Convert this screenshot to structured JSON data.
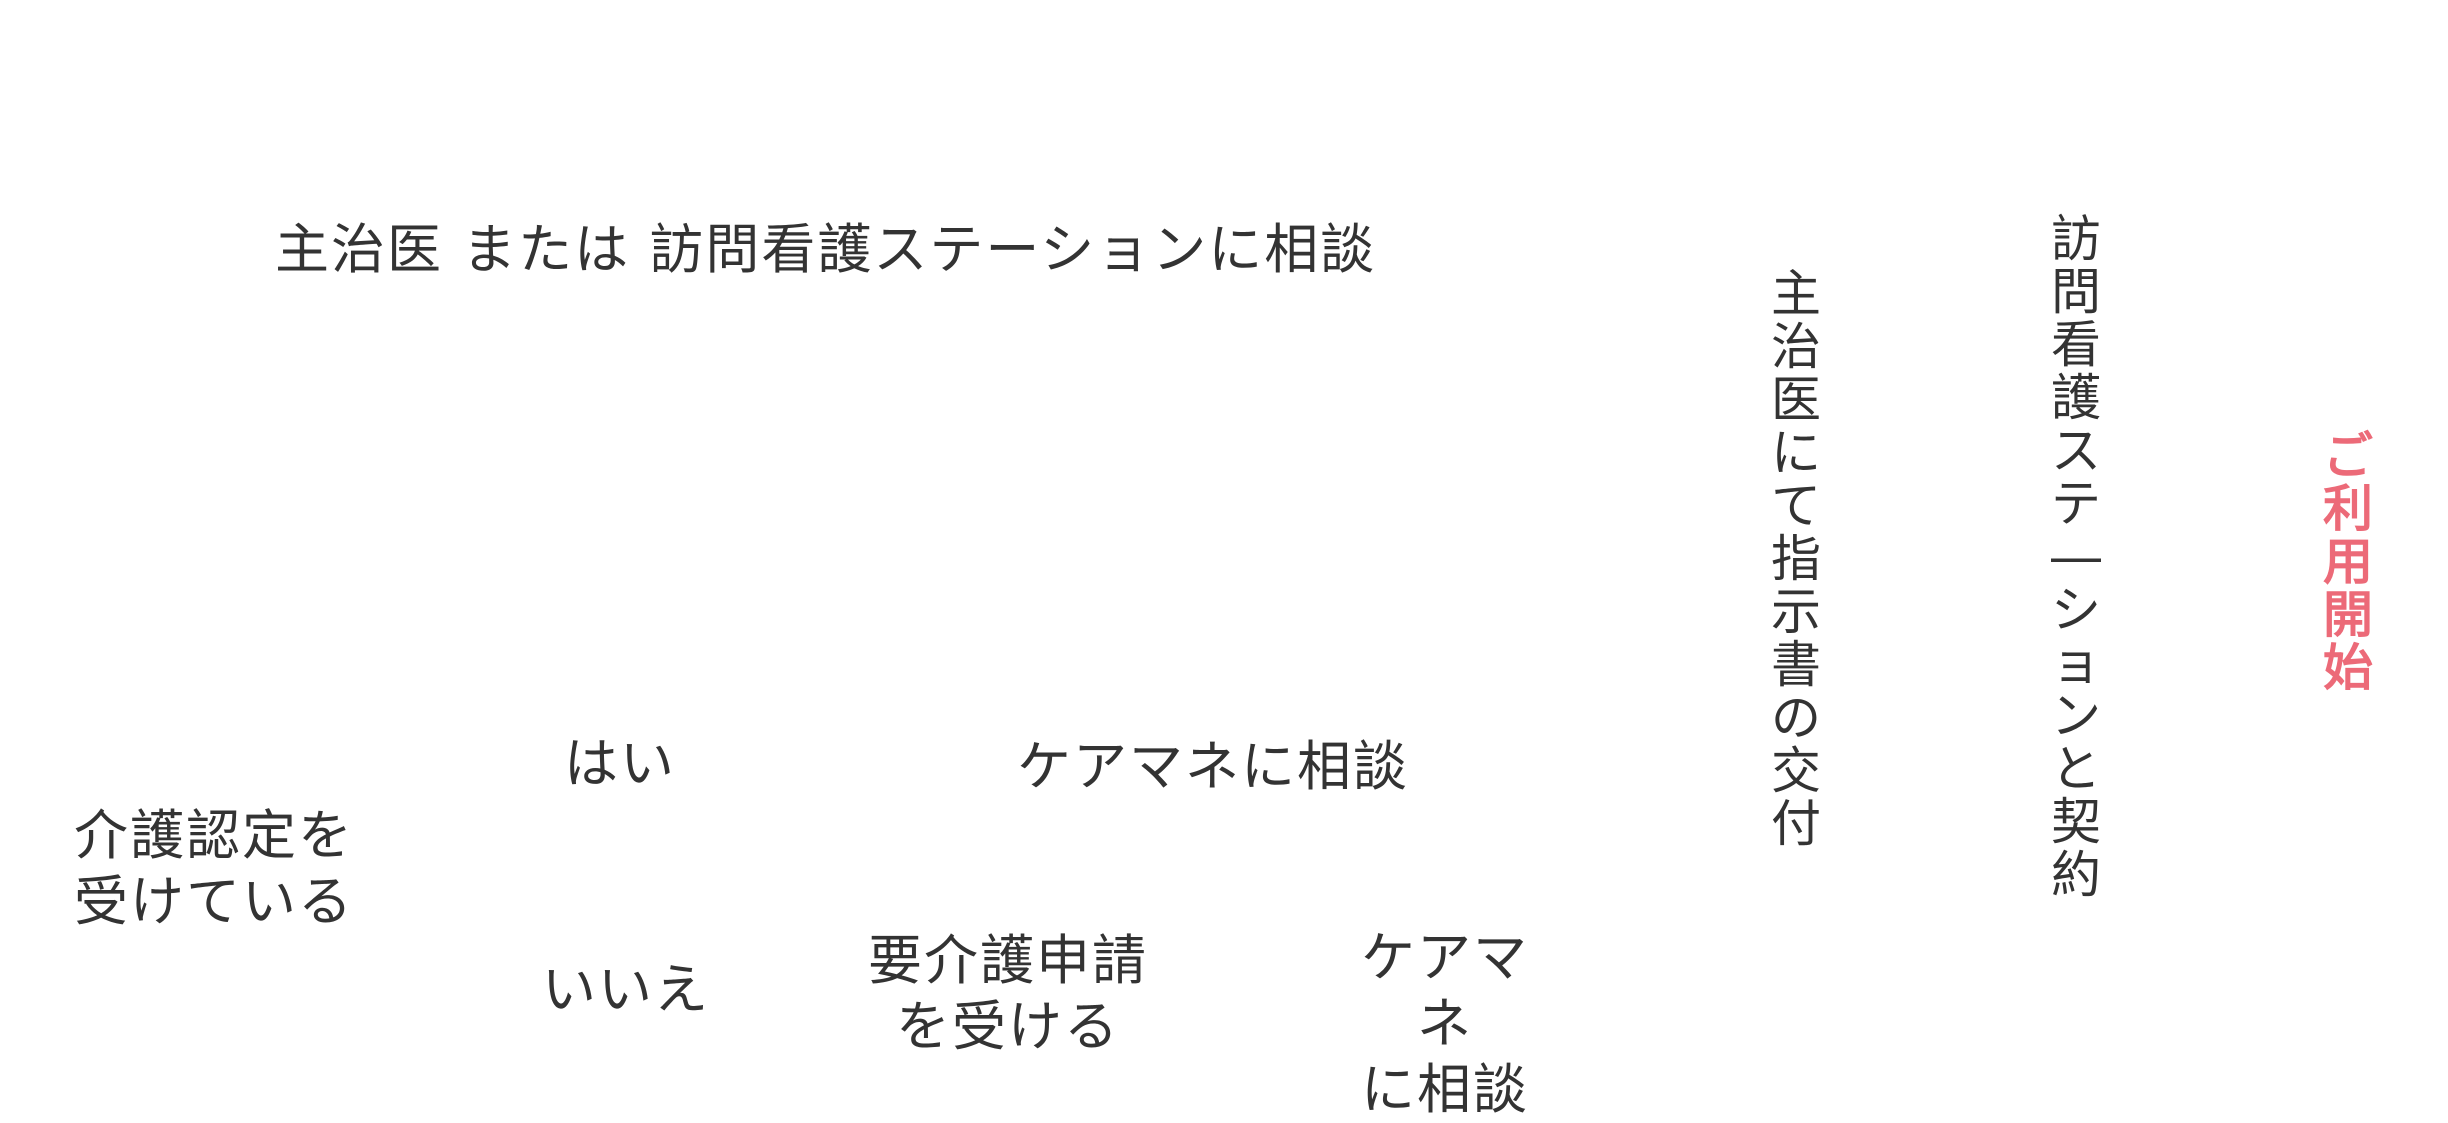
{
  "diagram": {
    "consult_doctor_or_station": "主治医 または 訪問看護ステーションに相談",
    "care_certified_line1": "介護認定を",
    "care_certified_line2": "受けている",
    "yes_label": "はい",
    "no_label": "いいえ",
    "consult_care_manager": "ケアマネに相談",
    "apply_care_line1": "要介護申請",
    "apply_care_line2": "を受ける",
    "consult_care_manager_wrapped_line1": "ケアマネ",
    "consult_care_manager_wrapped_line2": "に相談",
    "doctor_instruction_issued": "主治医にて指示書の交付",
    "station_contract": "訪問看護ステ―ションと契約",
    "start_service": "ご利用開始"
  },
  "colors": {
    "text": "#333333",
    "accent": "#ec6a78",
    "background": "#ffffff"
  }
}
